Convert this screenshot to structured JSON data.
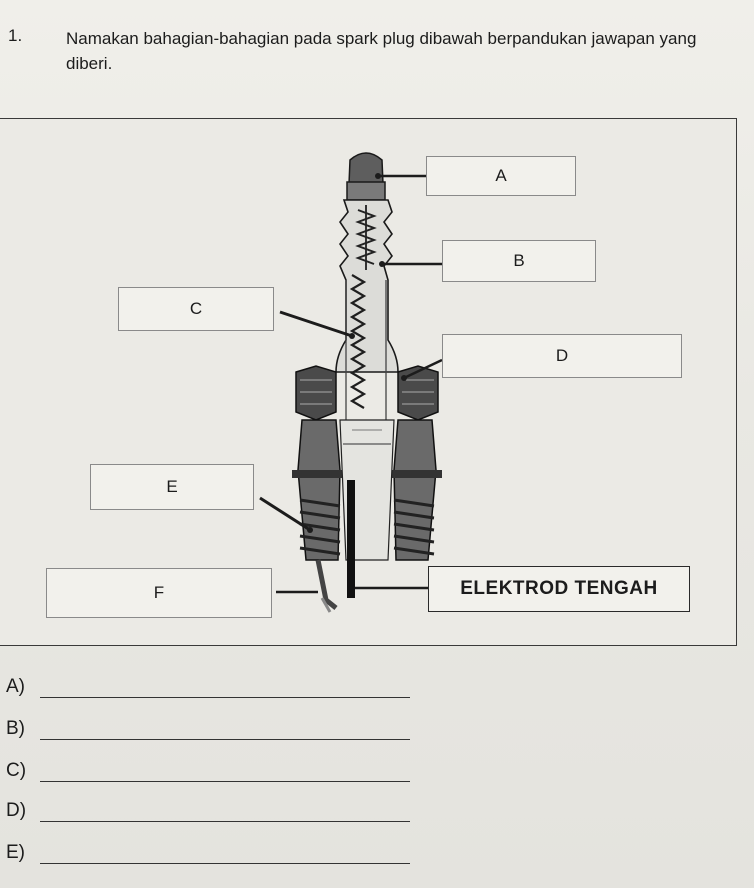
{
  "question": {
    "number": "1.",
    "text": "Namakan bahagian-bahagian pada spark plug dibawah berpandukan jawapan yang diberi."
  },
  "diagram": {
    "labels": {
      "a": "A",
      "b": "B",
      "c": "C",
      "d": "D",
      "e": "E",
      "f": "F",
      "given": "ELEKTROD TENGAH"
    }
  },
  "answers": [
    {
      "label": "A)"
    },
    {
      "label": "B)"
    },
    {
      "label": "C)"
    },
    {
      "label": "D)"
    },
    {
      "label": "E)"
    }
  ]
}
